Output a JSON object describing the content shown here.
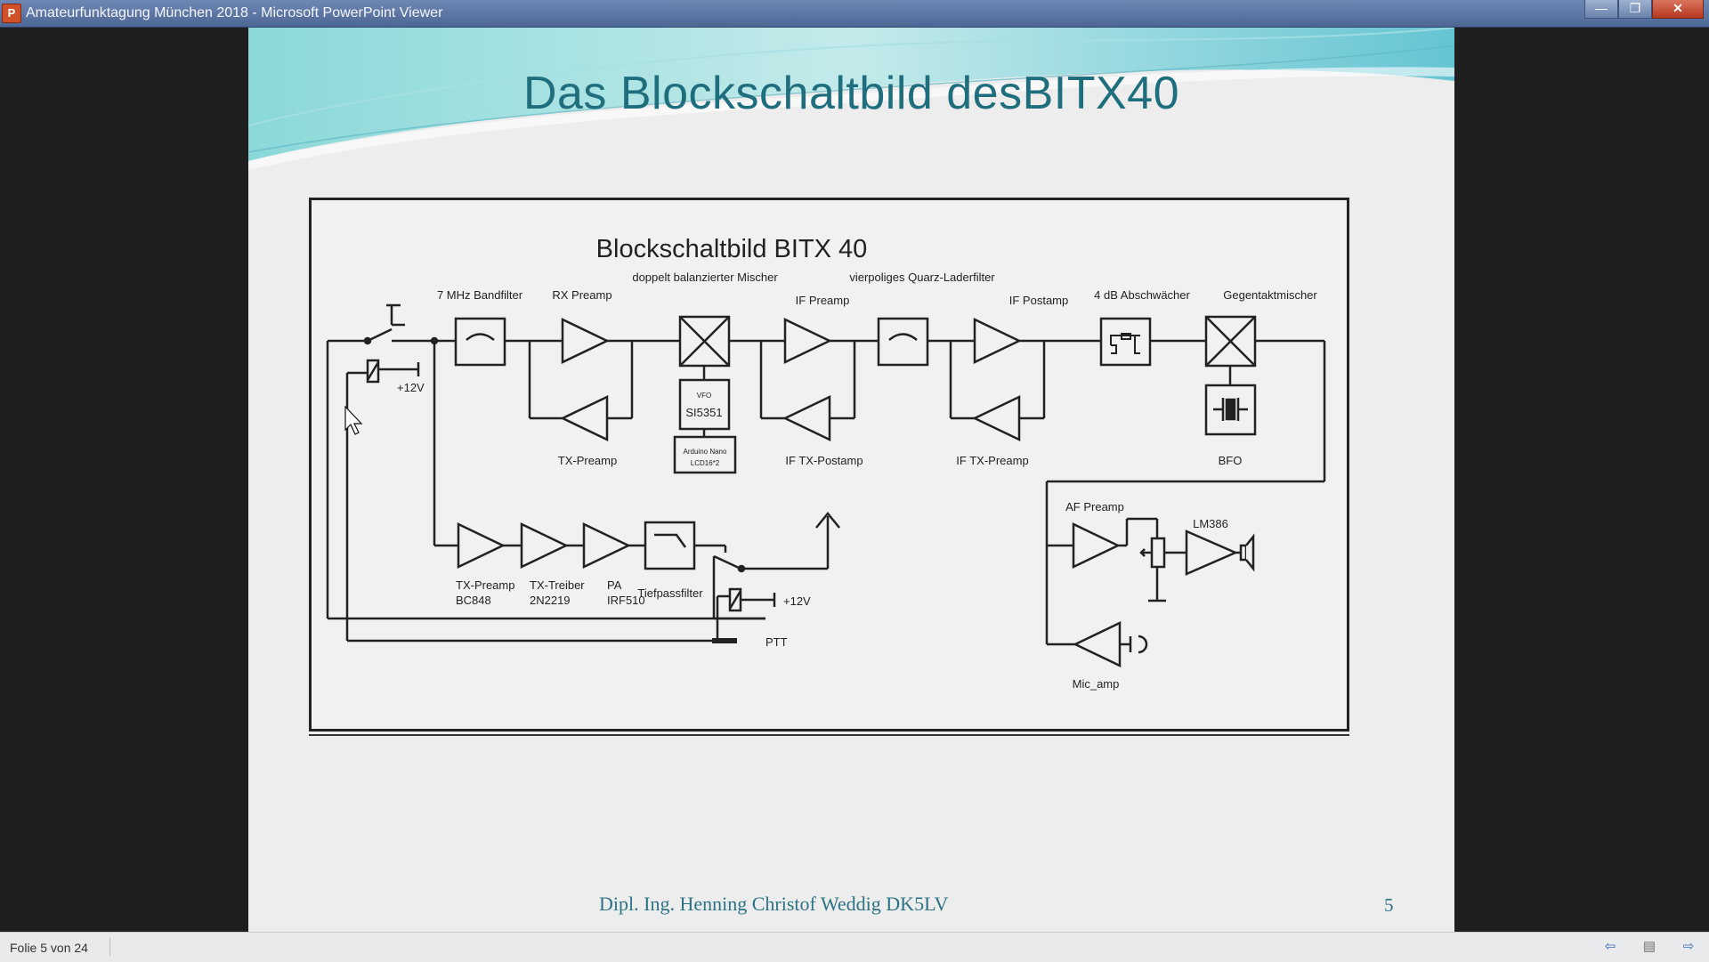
{
  "window": {
    "app_icon_letter": "P",
    "title": "Amateurfunktagung München 2018 - Microsoft PowerPoint Viewer",
    "controls": {
      "minimize": "—",
      "restore": "❐",
      "close": "✕"
    }
  },
  "slide": {
    "title": "Das Blockschaltbild desBITX40",
    "footer": "Dipl. Ing. Henning Christof Weddig DK5LV",
    "page_number": "5",
    "accent_color": "#1f6e7e"
  },
  "diagram": {
    "heading": "Blockschaltbild BITX 40",
    "subheads": {
      "mixer": "doppelt balanzierter Mischer",
      "crystal_filter": "vierpoliges Quarz-Laderfilter"
    },
    "labels": {
      "bandfilter": "7 MHz Bandfilter",
      "rx_preamp": "RX Preamp",
      "if_preamp": "IF Preamp",
      "if_postamp": "IF Postamp",
      "attenuator": "4 dB Abschwächer",
      "pushpull_mixer": "Gegentaktmischer",
      "tx_preamp_top": "TX-Preamp",
      "if_tx_postamp": "IF TX-Postamp",
      "if_tx_preamp": "IF TX-Preamp",
      "bfo": "BFO",
      "plus12v_top": "+12V",
      "vfo": "VFO",
      "si5351": "SI5351",
      "arduino_line1": "Arduino Nano",
      "arduino_line2": "LCD16*2",
      "af_preamp": "AF Preamp",
      "lm386": "LM386",
      "mic_amp": "Mic_amp",
      "tx_preamp_bottom_1": "TX-Preamp",
      "tx_preamp_bottom_2": "BC848",
      "tx_treiber_1": "TX-Treiber",
      "tx_treiber_2": "2N2219",
      "pa_1": "PA",
      "pa_2": "IRF510",
      "tiefpassfilter": "Tiefpassfilter",
      "plus12v_bottom": "+12V",
      "ptt": "PTT"
    }
  },
  "status": {
    "slide_counter": "Folie 5 von 24",
    "nav": {
      "prev": "⇦",
      "menu": "▤",
      "next": "⇨"
    }
  }
}
